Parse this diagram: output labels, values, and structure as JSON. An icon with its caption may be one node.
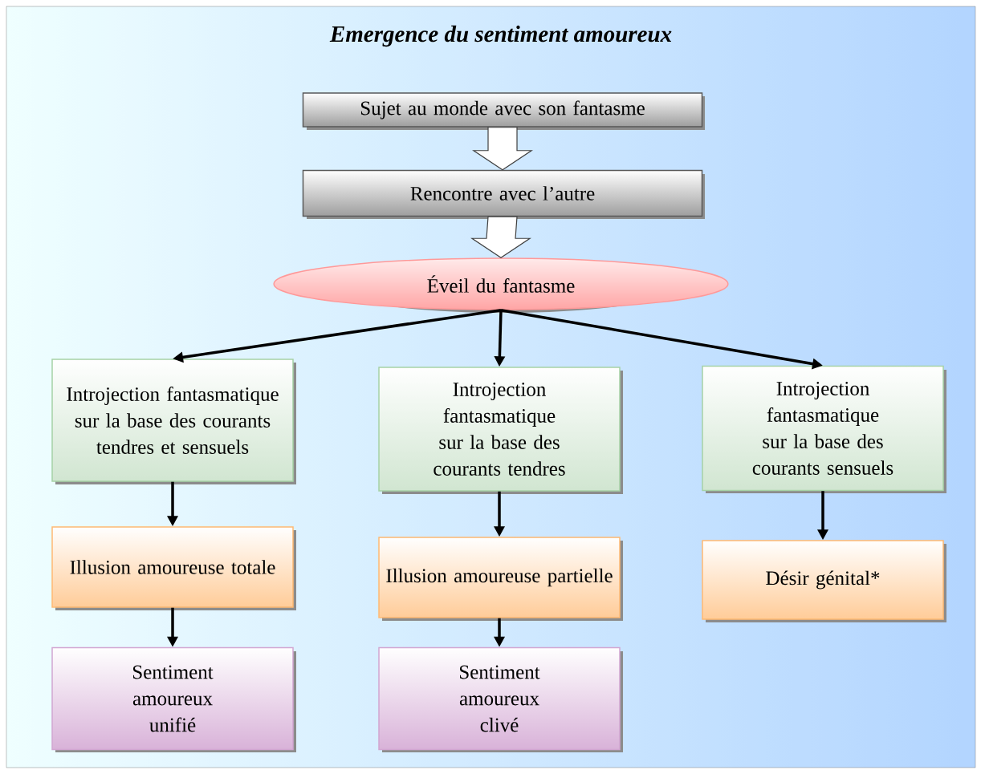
{
  "diagram": {
    "title": "Emergence du sentiment amoureux",
    "nodes": [
      {
        "text": [
          "Sujet au monde avec son fantasme"
        ]
      },
      {
        "text": [
          "Rencontre avec l’autre"
        ]
      },
      {
        "text": [
          "Éveil du fantasme"
        ]
      },
      {
        "text": [
          "Introjection fantasmatique sur la base des courants tendres et sensuels"
        ]
      },
      {
        "text": [
          "Introjection fantasmatique sur la base des courants tendres"
        ]
      },
      {
        "text": [
          "Introjection fantasmatique sur la base des courants sensuels"
        ]
      },
      {
        "text": [
          "Illusion amoureuse totale"
        ]
      },
      {
        "text": [
          "Illusion amoureuse partielle"
        ]
      },
      {
        "text": [
          "Désir génital*"
        ]
      },
      {
        "text": [
          "Sentiment amoureux unifié"
        ]
      },
      {
        "text": [
          "Sentiment amoureux clivé"
        ]
      }
    ],
    "edges": [
      {
        "from": 0,
        "to": 1,
        "arrow": "to",
        "style": "thick"
      },
      {
        "from": 1,
        "to": 2,
        "arrow": "to",
        "style": "thick"
      },
      {
        "from": 2,
        "to": 3,
        "arrow": "to"
      },
      {
        "from": 2,
        "to": 4,
        "arrow": "to"
      },
      {
        "from": 2,
        "to": 5,
        "arrow": "to"
      },
      {
        "from": 3,
        "to": 6,
        "arrow": "to"
      },
      {
        "from": 6,
        "to": 9,
        "arrow": "to"
      },
      {
        "from": 4,
        "to": 7,
        "arrow": "to"
      },
      {
        "from": 7,
        "to": 10,
        "arrow": "to"
      },
      {
        "from": 5,
        "to": 8,
        "arrow": "to"
      }
    ]
  }
}
